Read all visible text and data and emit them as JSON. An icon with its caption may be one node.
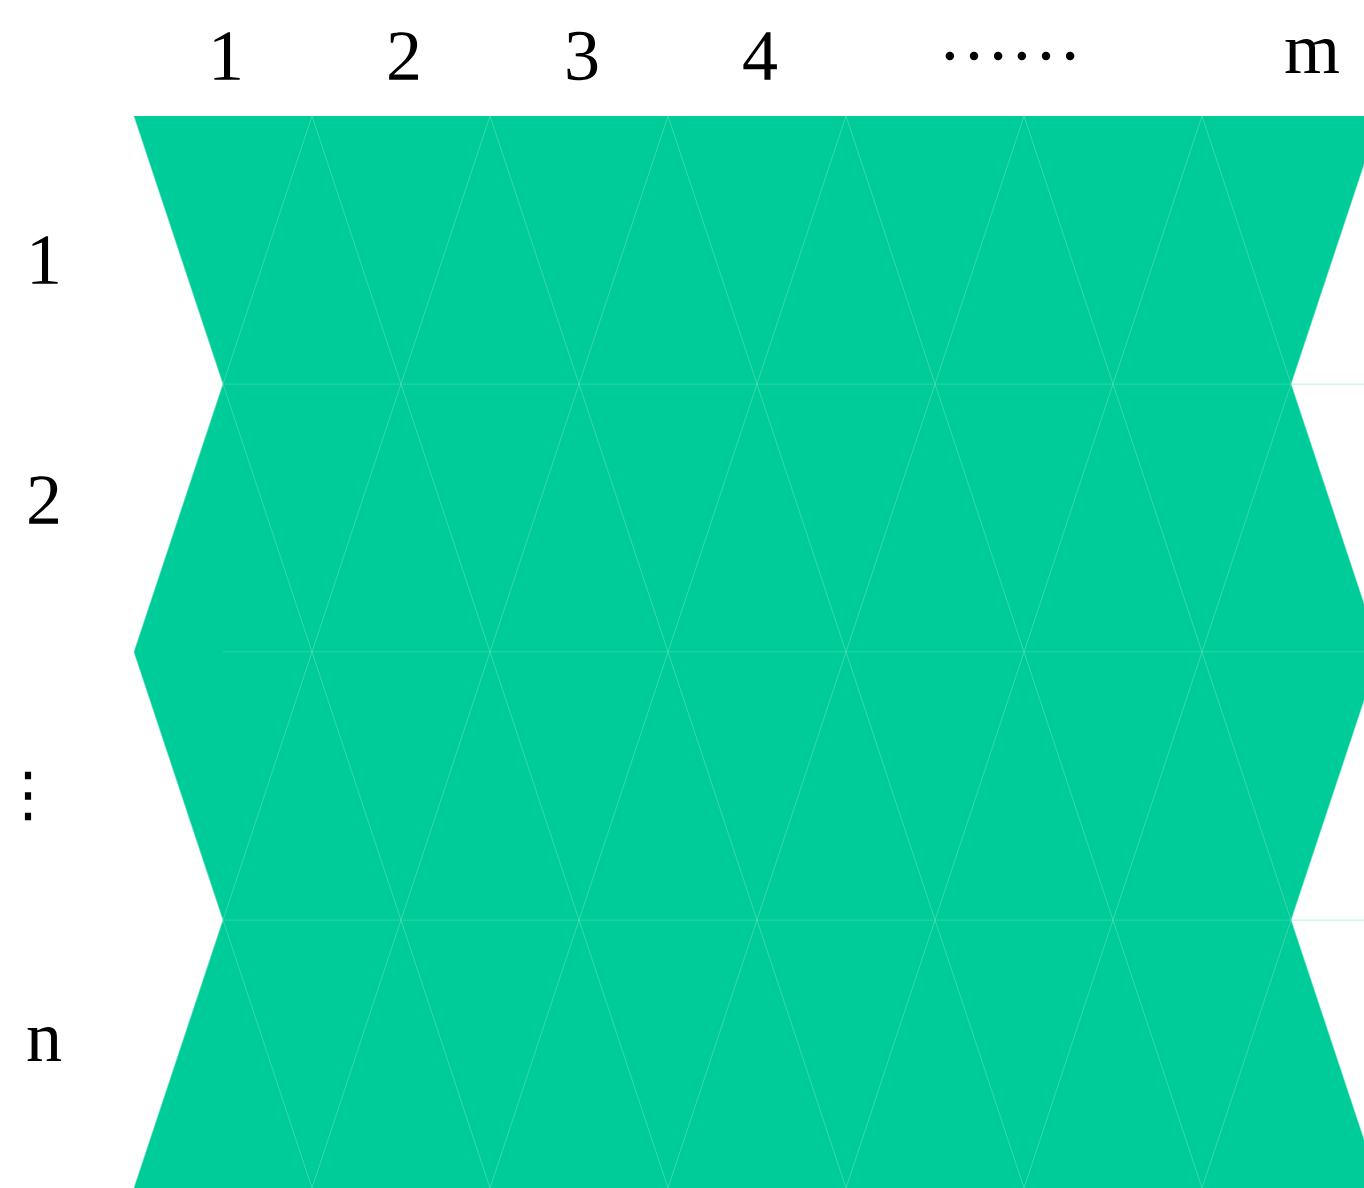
{
  "diagram": {
    "labels": [
      "1",
      "2",
      "3",
      "4",
      "……",
      "m",
      "1",
      "2",
      "⋮",
      "n"
    ]
  }
}
